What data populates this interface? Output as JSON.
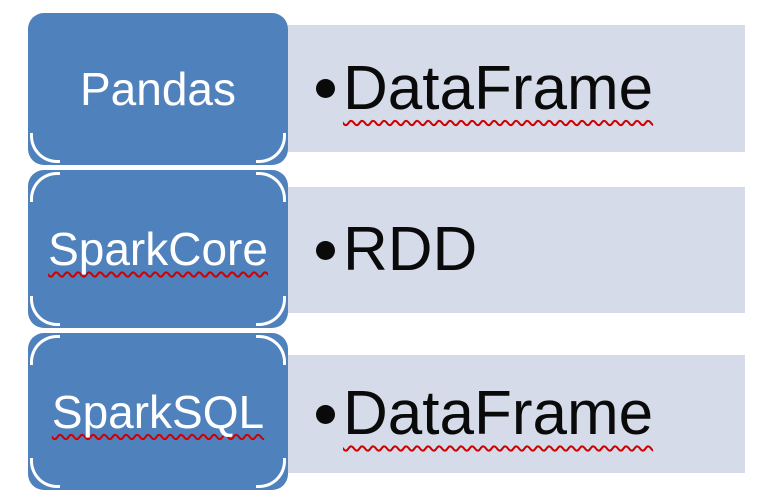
{
  "colors": {
    "background": "#ffffff",
    "box_fill": "#4F81BD",
    "box_text": "#ffffff",
    "bar_fill": "#D5DBE9",
    "bar_text": "#0a0a0a",
    "arc_stroke": "#ffffff",
    "squiggle": "#CE0000"
  },
  "diagram": {
    "type": "smartart-vertical-bullet-list",
    "rows": [
      {
        "box_label": "Pandas",
        "box_misspelled": false,
        "bullet": "•",
        "bar_text": "DataFrame",
        "bar_misspelled": true
      },
      {
        "box_label": "SparkCore",
        "box_misspelled": true,
        "bullet": "•",
        "bar_text": "RDD",
        "bar_misspelled": false
      },
      {
        "box_label": "SparkSQL",
        "box_misspelled": true,
        "bullet": "•",
        "bar_text": "DataFrame",
        "bar_misspelled": true
      }
    ]
  }
}
